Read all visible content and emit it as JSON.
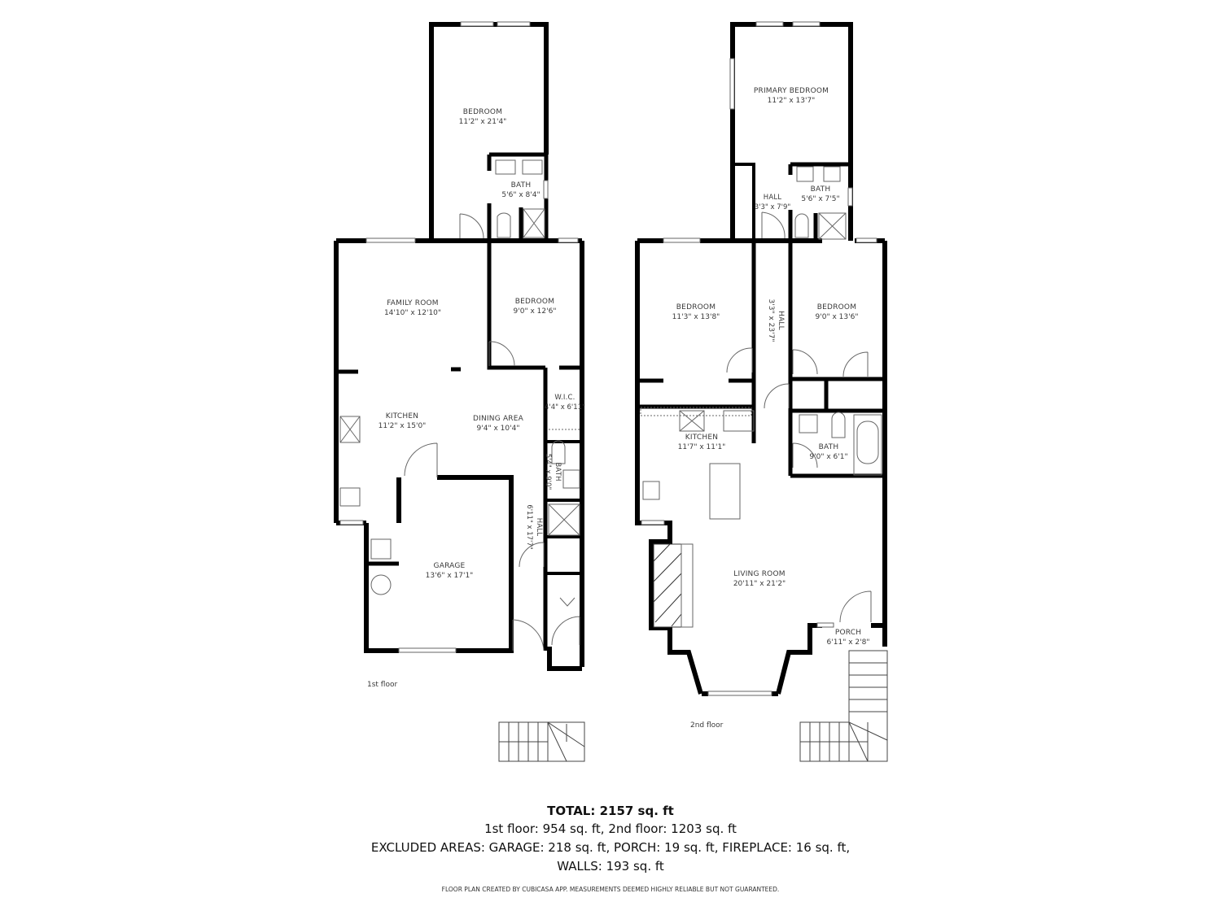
{
  "floors": [
    {
      "label": "1st floor",
      "rooms": [
        {
          "name": "BEDROOM",
          "dims": "11'2\" x 21'4\""
        },
        {
          "name": "BATH",
          "dims": "5'6\" x 8'4\""
        },
        {
          "name": "FAMILY ROOM",
          "dims": "14'10\" x 12'10\""
        },
        {
          "name": "BEDROOM",
          "dims": "9'0\" x 12'6\""
        },
        {
          "name": "KITCHEN",
          "dims": "11'2\" x 15'0\""
        },
        {
          "name": "DINING AREA",
          "dims": "9'4\" x 10'4\""
        },
        {
          "name": "W.I.C.",
          "dims": "4'4\" x 6'11\""
        },
        {
          "name": "BATH",
          "dims": "5'4\" x 9'0\""
        },
        {
          "name": "HALL",
          "dims": "6'11\" x 17'7\""
        },
        {
          "name": "GARAGE",
          "dims": "13'6\" x 17'1\""
        }
      ]
    },
    {
      "label": "2nd floor",
      "rooms": [
        {
          "name": "PRIMARY BEDROOM",
          "dims": "11'2\" x 13'7\""
        },
        {
          "name": "HALL",
          "dims": "3'3\" x 7'9\""
        },
        {
          "name": "BATH",
          "dims": "5'6\" x 7'5\""
        },
        {
          "name": "BEDROOM",
          "dims": "11'3\" x 13'8\""
        },
        {
          "name": "HALL",
          "dims": "3'3\" x 23'7\""
        },
        {
          "name": "BEDROOM",
          "dims": "9'0\" x 13'6\""
        },
        {
          "name": "KITCHEN",
          "dims": "11'7\" x 11'1\""
        },
        {
          "name": "BATH",
          "dims": "9'0\" x 6'1\""
        },
        {
          "name": "LIVING ROOM",
          "dims": "20'11\" x 21'2\""
        },
        {
          "name": "PORCH",
          "dims": "6'11\" x 2'8\""
        }
      ]
    }
  ],
  "summary": {
    "total": "TOTAL: 2157 sq. ft",
    "floors_line": "1st floor: 954 sq. ft, 2nd floor: 1203 sq. ft",
    "excluded_line": "EXCLUDED AREAS: GARAGE: 218 sq. ft, PORCH: 19 sq. ft, FIREPLACE: 16 sq. ft,",
    "walls_line": "WALLS: 193 sq. ft"
  },
  "disclaimer": "FLOOR PLAN CREATED BY CUBICASA APP. MEASUREMENTS DEEMED HIGHLY RELIABLE BUT NOT GUARANTEED.",
  "colors": {
    "wall": "#000000",
    "fixture": "#555555",
    "background": "#ffffff"
  }
}
